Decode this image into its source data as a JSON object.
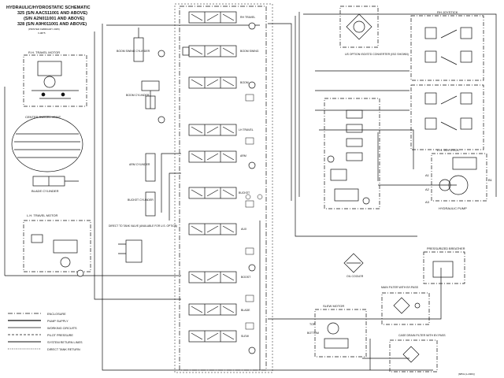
{
  "title_block": {
    "line1": "HYDRAULIC/HYDROSTATIC SCHEMATIC",
    "line2": "325 (S/N AAC511001 AND ABOVE)",
    "line3": "(S/N A2N011001 AND ABOVE)",
    "line4": "328 (S/N A9H011001 AND ABOVE)",
    "line5": "(PRINTED FEBRUARY 2005)",
    "line6": "V-0875"
  },
  "components": {
    "rh_travel_motor": "R.H. TRAVEL MOTOR",
    "center_swivel": "CENTER SWIVEL JOINT",
    "blade_cylinder": "BLADE CYLINDER",
    "lh_travel_motor": "L.H. TRAVEL MOTOR",
    "boom_swing_cyl": "BOOM SWING CYLINDER",
    "boom_cyl": "BOOM CYLINDER",
    "arm_cyl": "ARM CYLINDER",
    "bucket_cyl": "BUCKET CYLINDER",
    "direct_tank": "DIRECT TO TANK VALVE (AVAILABLE FOR U.S. OPTION)",
    "rh_joystick": "RH JOYSTICK",
    "lh_joystick": "L.H. JOYSTICK",
    "us_option": "US OPTION ISO/STD CONVERTER (ISO SHOWN)",
    "hydraulic_pump": "HYDRAULIC PUMP",
    "pressurized_breather": "PRESSURIZED BREATHER",
    "oil_cooler": "OIL COOLER",
    "main_filter": "MAIN FILTER WITH BY-PASS",
    "slew_motor": "SLEW MOTOR",
    "case_drain": "CASE DRAIN FILTER WITH BY-PASS",
    "top": "TOP",
    "bottom": "BOTTOM"
  },
  "valve_sections": [
    {
      "label": "RH TRAVEL"
    },
    {
      "label": "BOOM SWING"
    },
    {
      "label": "BOOM"
    },
    {
      "label": "LH TRAVEL"
    },
    {
      "label": "ARM"
    },
    {
      "label": "BUCKET"
    },
    {
      "label": "AUX"
    },
    {
      "label": "BLADE"
    },
    {
      "label": "BOOST"
    },
    {
      "label": "SLEW"
    }
  ],
  "ports": {
    "a1": "A1",
    "a2": "A2",
    "a3": "A3",
    "b1": "B1"
  },
  "legend": [
    {
      "label": "ENCLOSURE",
      "style": "dashdot"
    },
    {
      "label": "PUMP SUPPLY",
      "style": "solid"
    },
    {
      "label": "WORKING CIRCUITS",
      "style": "solid"
    },
    {
      "label": "PILOT PRESSURE",
      "style": "dashed"
    },
    {
      "label": "SYSTEM RETURN LINES",
      "style": "solid"
    },
    {
      "label": "DIRECT TANK RETURN",
      "style": "dotted"
    }
  ],
  "drawing_no": "[6853-(1-2006)]"
}
